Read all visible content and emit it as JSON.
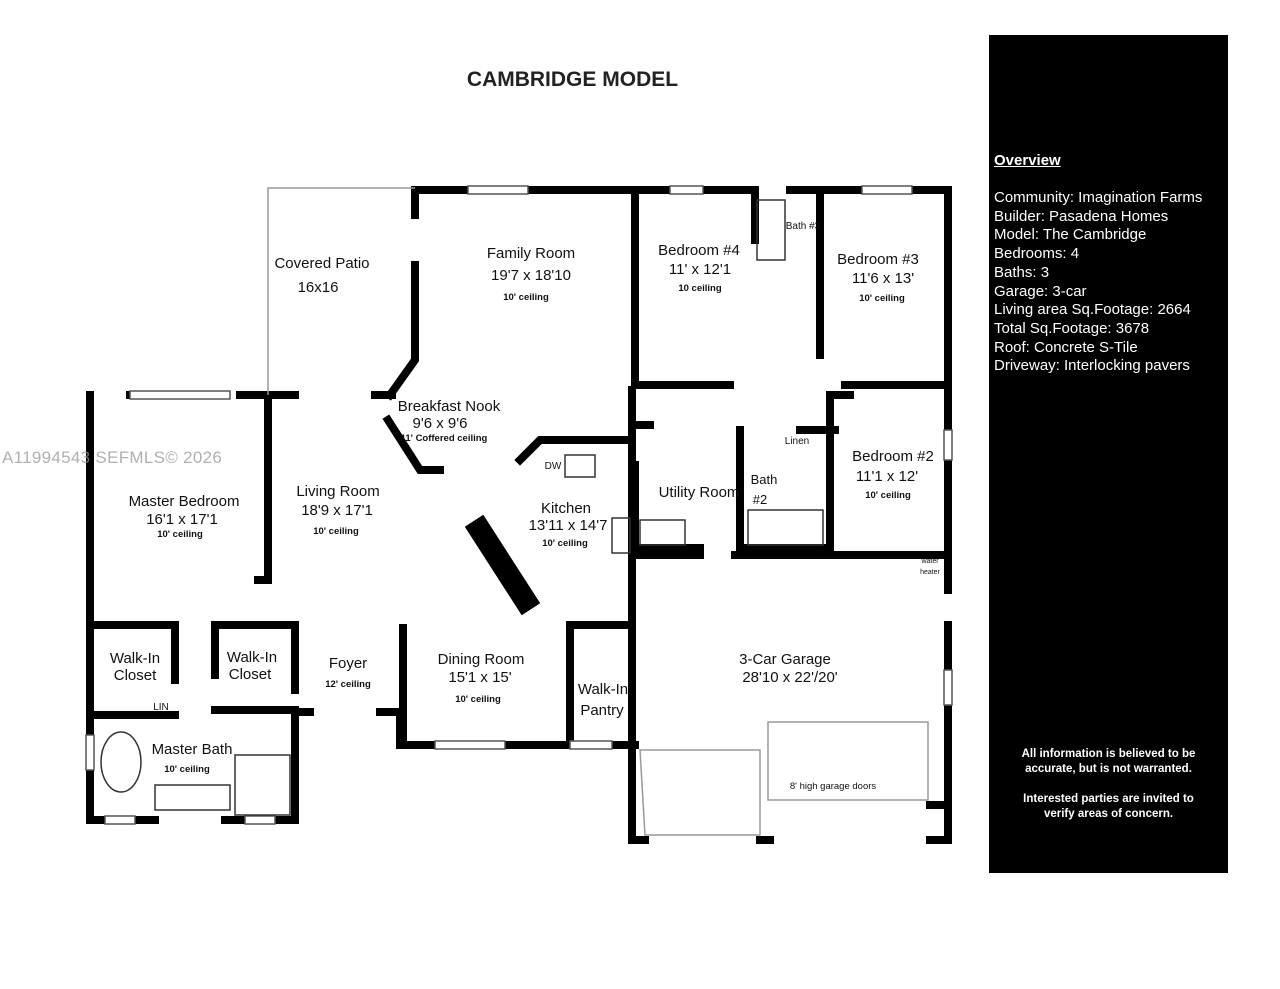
{
  "title": "CAMBRIDGE MODEL",
  "watermark": "A11994543  SEFMLS© 2026",
  "rooms": {
    "covered_patio": {
      "name": "Covered Patio",
      "size": "16x16"
    },
    "family_room": {
      "name": "Family Room",
      "size": "19'7 x 18'10",
      "ceiling": "10' ceiling"
    },
    "bedroom4": {
      "name": "Bedroom #4",
      "size": "11' x 12'1",
      "ceiling": "10 ceiling"
    },
    "bath3": {
      "name": "Bath #3"
    },
    "bedroom3": {
      "name": "Bedroom #3",
      "size": "11'6 x 13'",
      "ceiling": "10' ceiling"
    },
    "breakfast_nook": {
      "name": "Breakfast Nook",
      "size": "9'6 x 9'6",
      "ceiling": "11' Coffered ceiling"
    },
    "master_bedroom": {
      "name": "Master Bedroom",
      "size": "16'1 x 17'1",
      "ceiling": "10' ceiling"
    },
    "living_room": {
      "name": "Living Room",
      "size": "18'9 x 17'1",
      "ceiling": "10' ceiling"
    },
    "kitchen": {
      "name": "Kitchen",
      "size": "13'11 x 14'7",
      "ceiling": "10' ceiling",
      "dw": "DW"
    },
    "utility_room": {
      "name": "Utility Room"
    },
    "linen": {
      "name": "Linen"
    },
    "bath2": {
      "name": "Bath",
      "number": "#2"
    },
    "bedroom2": {
      "name": "Bedroom #2",
      "size": "11'1 x 12'",
      "ceiling": "10' ceiling"
    },
    "water_heater": {
      "line1": "water",
      "line2": "heater"
    },
    "walkin_closet_1": {
      "line1": "Walk-In",
      "line2": "Closet"
    },
    "walkin_closet_2": {
      "line1": "Walk-In",
      "line2": "Closet"
    },
    "lin": {
      "name": "LIN"
    },
    "foyer": {
      "name": "Foyer",
      "ceiling": "12' ceiling"
    },
    "dining_room": {
      "name": "Dining Room",
      "size": "15'1 x 15'",
      "ceiling": "10' ceiling"
    },
    "walkin_pantry": {
      "line1": "Walk-In",
      "line2": "Pantry"
    },
    "garage": {
      "name": "3-Car Garage",
      "size": "28'10 x 22'/20'",
      "door_note": "8' high garage doors"
    },
    "master_bath": {
      "name": "Master Bath",
      "ceiling": "10' ceiling"
    }
  },
  "overview": {
    "heading": "Overview",
    "items": [
      "Community: Imagination Farms",
      "Builder: Pasadena Homes",
      "Model: The Cambridge",
      "Bedrooms: 4",
      "Baths: 3",
      "Garage: 3-car",
      "Living area Sq.Footage: 2664",
      "Total Sq.Footage: 3678",
      "Roof: Concrete S-Tile",
      "Driveway: Interlocking pavers"
    ],
    "disclaimer1": "All information is believed to be accurate, but is not warranted.",
    "disclaimer2": "Interested parties are invited to verify areas of concern."
  }
}
